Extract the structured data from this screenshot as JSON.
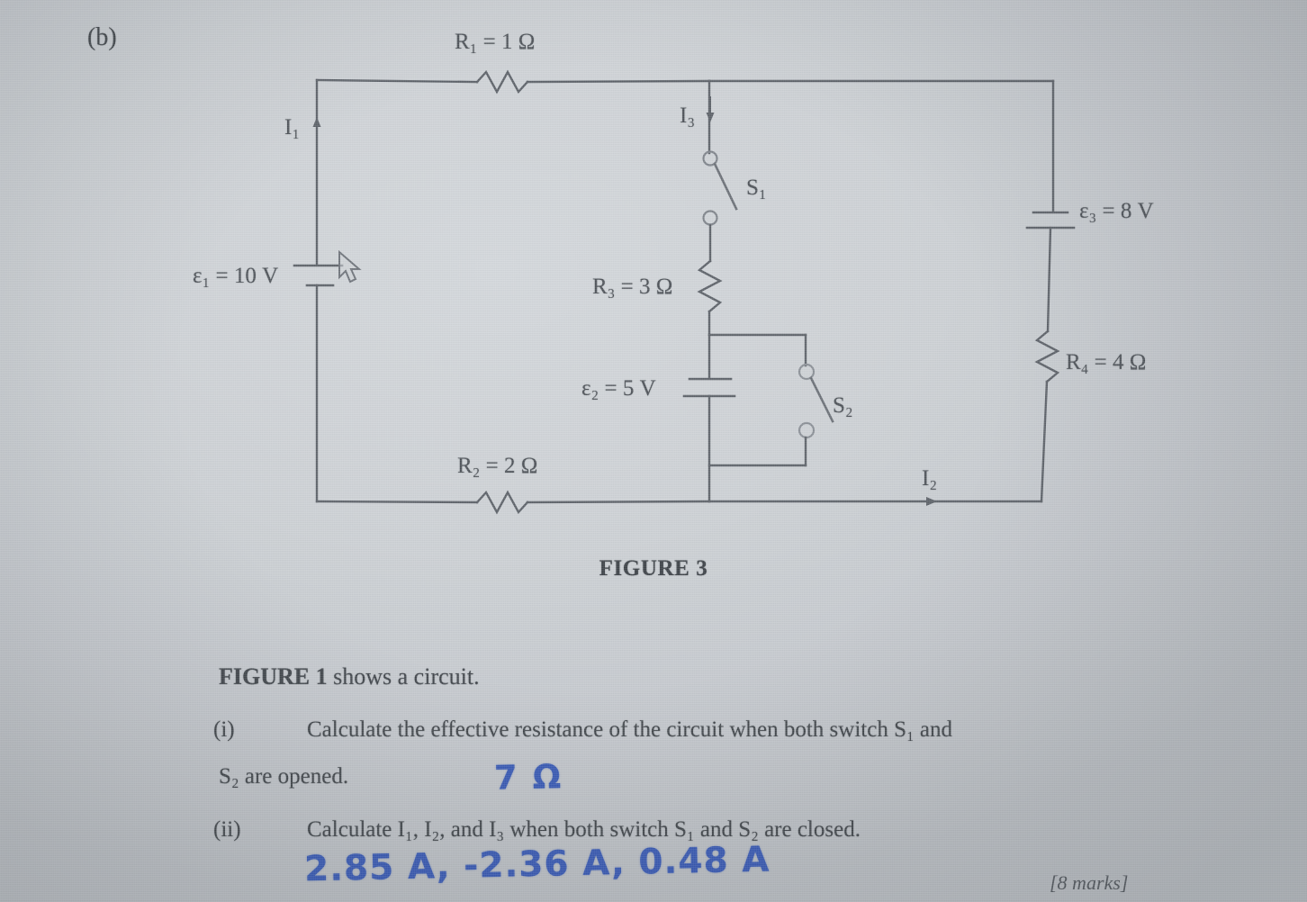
{
  "part_label": "(b)",
  "figure": {
    "caption": "FIGURE 3",
    "components": {
      "r1": "R₁ = 1 Ω",
      "r2": "R₂ = 2 Ω",
      "r3": "R₃ = 3 Ω",
      "r4": "R₄ = 4 Ω",
      "emf1": "ε₁ = 10 V",
      "emf2": "ε₂ = 5 V",
      "emf3": "ε₃ = 8 V",
      "switch1": "S₁",
      "switch2": "S₂",
      "current1": "I₁",
      "current2": "I₂",
      "current3": "I₃"
    },
    "values": {
      "r1_ohms": 1,
      "r2_ohms": 2,
      "r3_ohms": 3,
      "r4_ohms": 4,
      "emf1_volts": 10,
      "emf2_volts": 5,
      "emf3_volts": 8,
      "switch1_state": "open",
      "switch2_state": "open"
    }
  },
  "question": {
    "intro_bold": "FIGURE 1",
    "intro_rest": " shows a circuit.",
    "items": [
      {
        "number": "(i)",
        "text": "Calculate the effective resistance of the circuit when both switch S₁ and",
        "continuation": "S₂ are opened.",
        "answer": "7 Ω"
      },
      {
        "number": "(ii)",
        "text": "Calculate I₁, I₂, and I₃ when both switch S₁ and S₂ are closed.",
        "continuation": "",
        "answer": "2.85 A,  -2.36 A,  0.48 A"
      }
    ],
    "marks": "[8 marks]"
  },
  "colors": {
    "ink": "#3658b4",
    "print": "#4a4f55",
    "paper": "#cbcfd3"
  }
}
